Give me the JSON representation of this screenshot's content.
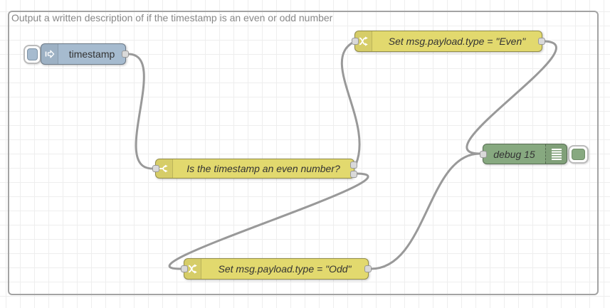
{
  "app": "node-red-flow-editor",
  "group": {
    "label": "Output a written description of if the timestamp is an even or odd number"
  },
  "nodes": {
    "inject": {
      "label": "timestamp",
      "type": "inject",
      "icon": "arrow-in-icon"
    },
    "switch": {
      "label": "Is the timestamp an even number?",
      "type": "switch",
      "icon": "fork-icon",
      "outputs": 2
    },
    "change_even": {
      "label": "Set msg.payload.type = \"Even\"",
      "type": "change",
      "icon": "shuffle-icon"
    },
    "change_odd": {
      "label": "Set msg.payload.type = \"Odd\"",
      "type": "change",
      "icon": "shuffle-icon"
    },
    "debug": {
      "label": "debug 15",
      "type": "debug",
      "icon": "list-icon"
    }
  },
  "colors": {
    "inject_node": "#a6bbcf",
    "function_node": "#e2d96e",
    "debug_node": "#87a980",
    "wire": "#999999",
    "grid_line": "#eeeeee",
    "group_border": "#a3a3a3",
    "port_fill": "#d9d9d9",
    "label_text": "#333333",
    "group_label_text": "#888888"
  }
}
